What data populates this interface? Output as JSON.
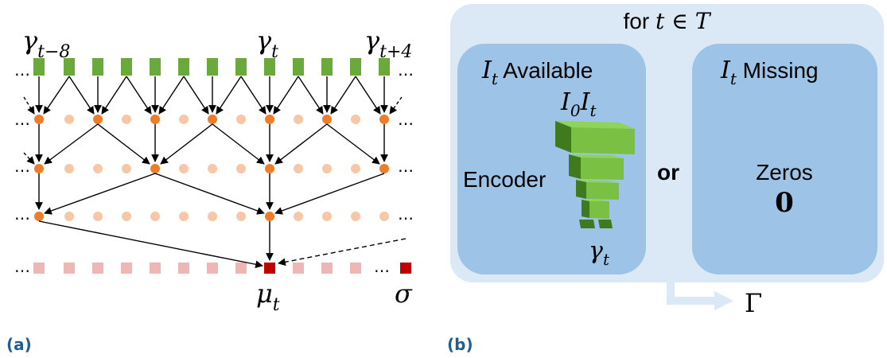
{
  "panel_a": {
    "label": "(a)",
    "gamma_left": {
      "base": "γ",
      "sub": "t−8"
    },
    "gamma_mid": {
      "base": "γ",
      "sub": "t"
    },
    "gamma_right": {
      "base": "γ",
      "sub": "t+4"
    },
    "mu_label": {
      "base": "μ",
      "sub": "t"
    },
    "sigma_label": "σ",
    "ellipsis": "…",
    "colors": {
      "input": "#6aaa3a",
      "node_active": "#ee7d2a",
      "node_inactive": "#f7c7a6",
      "output_inactive": "#efb6b6",
      "output_active": "#c00000"
    }
  },
  "panel_b": {
    "label": "(b)",
    "loop_prefix": "for ",
    "loop_var": "t",
    "loop_in": " ∈ ",
    "loop_set": "T",
    "available": {
      "I": "I",
      "sub": "t",
      "text": " Available"
    },
    "missing": {
      "I": "I",
      "sub": "t",
      "text": " Missing"
    },
    "encoder_top": {
      "I0": "I",
      "I0sub": "0",
      "It": "I",
      "Itsub": "t"
    },
    "encoder_label": "Encoder",
    "encoder_bottom": {
      "base": "γ",
      "sub": "t"
    },
    "or_label": "or",
    "zeros_label": "Zeros",
    "zeros_value": "0",
    "output_symbol": "Γ",
    "colors": {
      "outer_box": "#dbe8f6",
      "inner_box": "#9dc3e6",
      "encoder_green": "#7ac143",
      "encoder_dark": "#3f7a1e",
      "arrow": "#dbe8f6"
    }
  }
}
